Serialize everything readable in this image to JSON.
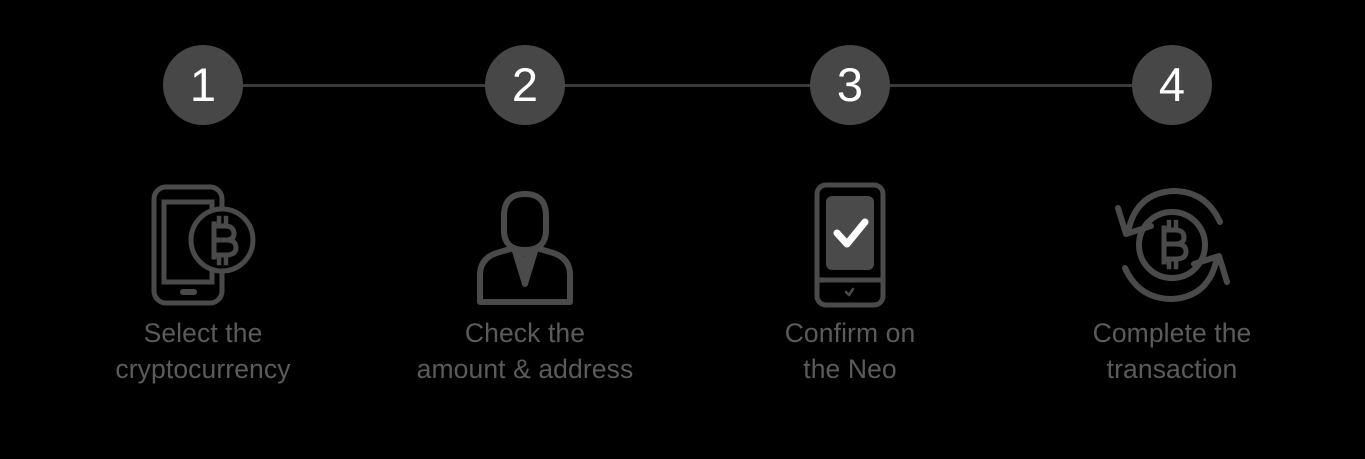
{
  "theme": {
    "background": "#000000",
    "circle_fill": "#474747",
    "circle_number_color": "#ffffff",
    "connector_color": "#3b3b3b",
    "icon_stroke": "#4a4a4a",
    "label_color": "#5b5b5b",
    "check_color": "#ffffff"
  },
  "stepper": {
    "steps": [
      {
        "number": "1",
        "icon": "phone-bitcoin-icon",
        "label_line1": "Select the",
        "label_line2": "cryptocurrency",
        "label": "Select the\ncryptocurrency"
      },
      {
        "number": "2",
        "icon": "person-suit-icon",
        "label_line1": "Check the",
        "label_line2": "amount & address",
        "label": "Check the\namount & address"
      },
      {
        "number": "3",
        "icon": "device-checkmark-icon",
        "label_line1": "Confirm on",
        "label_line2": "the Neo",
        "label": "Confirm on\nthe Neo"
      },
      {
        "number": "4",
        "icon": "bitcoin-exchange-arrows-icon",
        "label_line1": "Complete the",
        "label_line2": "transaction",
        "label": "Complete the\ntransaction"
      }
    ]
  }
}
